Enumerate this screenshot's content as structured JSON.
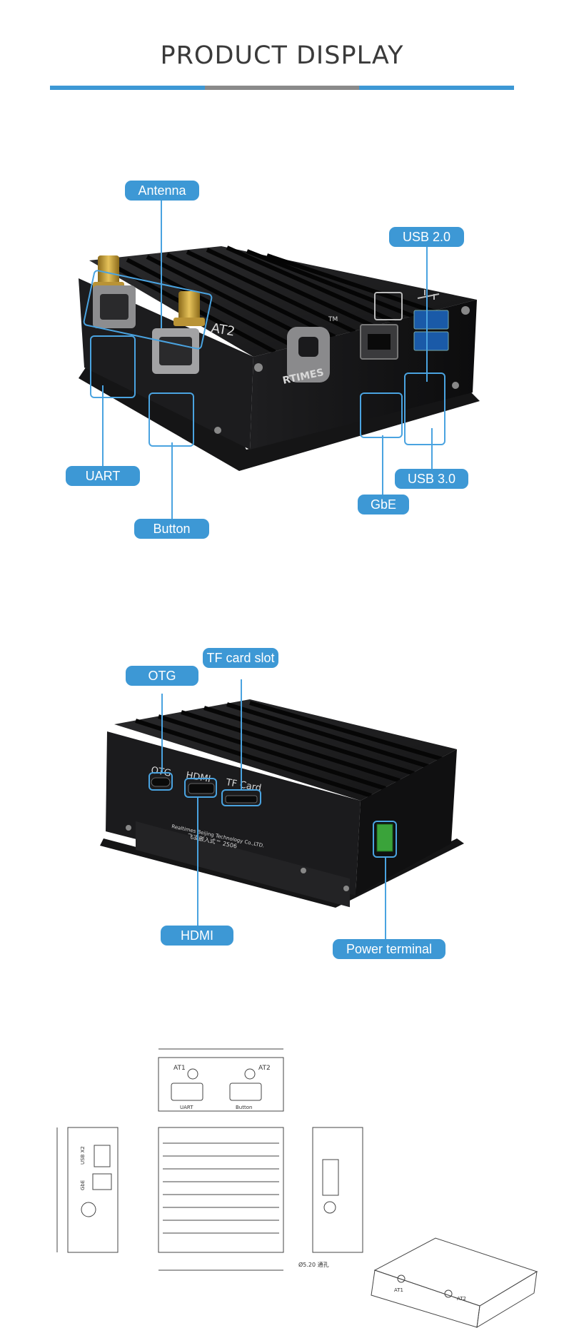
{
  "header": {
    "title": "PRODUCT DISPLAY"
  },
  "view1": {
    "labels": {
      "antenna": "Antenna",
      "usb2": "USB 2.0",
      "uart": "UART",
      "usb3": "USB 3.0",
      "gbe": "GbE",
      "button": "Button"
    },
    "device_text": {
      "logo_wordmark": "RTIMES",
      "trademark": "TM",
      "port_marking": "AT2"
    }
  },
  "view2": {
    "labels": {
      "otg": "OTG",
      "tf_card_slot": "TF card slot",
      "hdmi": "HDMI",
      "power_terminal": "Power terminal"
    },
    "device_text": {
      "otg_marking": "OTG",
      "hdmi_marking": "HDMI",
      "tf_marking": "TF Card",
      "company_line": "Realtimes Beijing Technology Co.,LTD.",
      "model_line": "飞凌嵌入式™  2506"
    }
  },
  "drawing": {
    "at1": "AT1",
    "at2": "AT2",
    "uart": "UART",
    "button": "Button",
    "usb": "USB X2",
    "gbe": "GbE",
    "hole_note": "Ø5.20 通孔"
  },
  "colors": {
    "accent": "#3d98d5",
    "title_text": "#3a3a3a",
    "divider_gray": "#8a8a8a"
  }
}
